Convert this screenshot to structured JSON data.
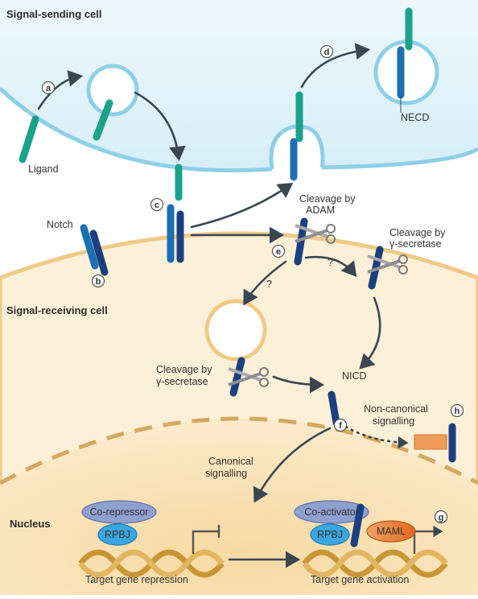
{
  "regions": {
    "sending_cell": "Signal-sending cell",
    "receiving_cell": "Signal-receiving cell",
    "nucleus": "Nucleus"
  },
  "labels": {
    "ligand": "Ligand",
    "notch": "Notch",
    "necd": "NECD",
    "cleavage_adam_1": "Cleavage by",
    "cleavage_adam_2": "ADAM",
    "cleavage_gs_right_1": "Cleavage by",
    "cleavage_gs_right_2": "γ-secretase",
    "cleavage_gs_left_1": "Cleavage by",
    "cleavage_gs_left_2": "γ-secretase",
    "question_left": "?",
    "question_right": "?",
    "nicd": "NICD",
    "noncanonical_1": "Non-canonical",
    "noncanonical_2": "signalling",
    "canonical_1": "Canonical",
    "canonical_2": "signalling",
    "corepressor": "Co-repressor",
    "coactivator": "Co-activator",
    "rpbj_left": "RPBJ",
    "rpbj_right": "RPBJ",
    "maml": "MAML",
    "target_repression": "Target gene repression",
    "target_activation": "Target gene activation"
  },
  "steps": {
    "a": "a",
    "b": "b",
    "c": "c",
    "d": "d",
    "e": "e",
    "f": "f",
    "g": "g",
    "h": "h"
  },
  "colors": {
    "sending_cell_fill": "#dff1f8",
    "sending_membrane": "#8ecfe6",
    "receiving_cell_fill": "#fcefd7",
    "receiving_membrane": "#f0c987",
    "nucleus_fill": "#f9e0b4",
    "ligand_green": "#1aa28a",
    "notch_blue": "#1b6fb3",
    "notch_dark": "#1c3f7f",
    "corepressor": "#8fa0d0",
    "rpbj": "#3aa6df",
    "maml": "#e2732a",
    "dna_gold": "#c89636",
    "arrow": "#3a4650"
  }
}
